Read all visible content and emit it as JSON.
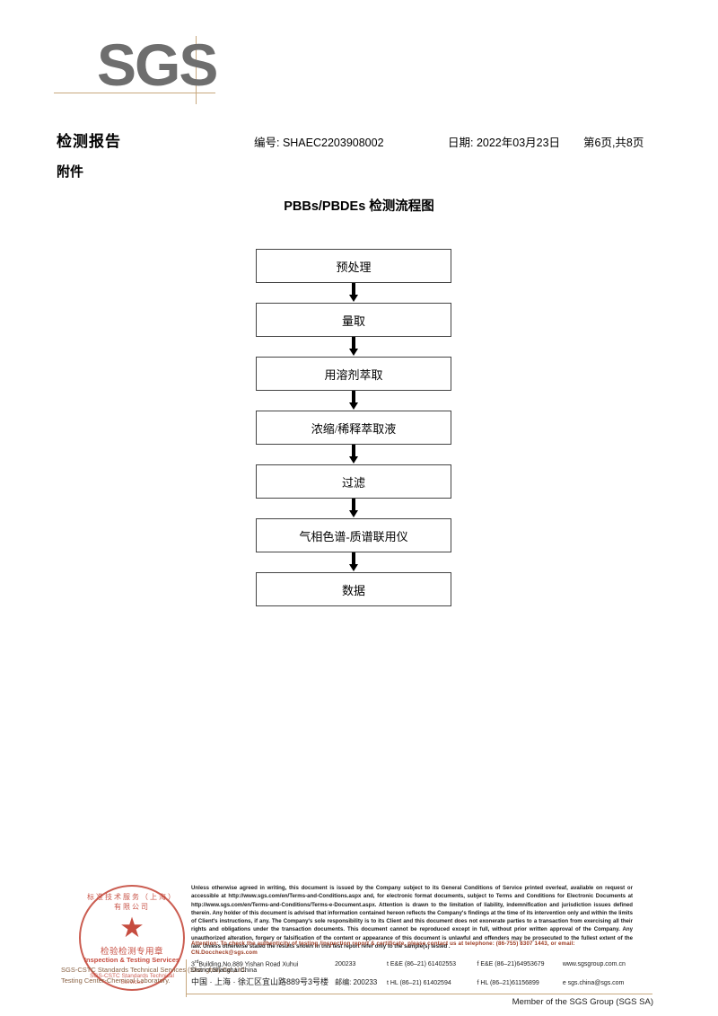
{
  "logo": {
    "text": "SGS",
    "accent_color": "#c8a87e",
    "text_color": "#6e6e6e"
  },
  "header": {
    "report_title": "检测报告",
    "attachment_label": "附件",
    "report_no": "编号: SHAEC2203908002",
    "date": "日期: 2022年03月23日",
    "page": "第6页,共8页"
  },
  "flowchart": {
    "title": "PBBs/PBDEs 检测流程图",
    "steps": [
      {
        "label": "预处理"
      },
      {
        "label": "量取"
      },
      {
        "label": "用溶剂萃取"
      },
      {
        "label": "浓缩/稀释萃取液"
      },
      {
        "label": "过滤"
      },
      {
        "label": "气相色谱-质谱联用仪"
      },
      {
        "label": "数据"
      }
    ]
  },
  "footer": {
    "stamp": {
      "arc_top_text": "标准技术服务（上海）有限公司",
      "star": "★",
      "cn_text": "检验检测专用章",
      "en_text": "Inspection & Testing Services",
      "arc_bottom_text": "SGS-CSTC Standards Technical Services",
      "color": "#c0392b"
    },
    "company_line1": "SGS-CSTC Standards Technical Services (Shanghai) Co.,Ltd.",
    "company_line2": "Testing Center-Chemical Laboratory.",
    "legal_text": "Unless otherwise agreed in writing, this document is issued by the Company subject to its General Conditions of Service printed overleaf, available on request or accessible at http://www.sgs.com/en/Terms-and-Conditions.aspx and, for electronic format documents, subject to Terms and Conditions for Electronic Documents at http://www.sgs.com/en/Terms-and-Conditions/Terms-e-Document.aspx. Attention is drawn to the limitation of liability, indemnification and jurisdiction issues defined therein. Any holder of this document is advised that information contained hereon reflects the Company's findings at the time of its intervention only and within the limits of Client's instructions, if any. The Company's sole responsibility is to its Client and this document does not exonerate parties to a transaction from exercising all their rights and obligations under the transaction documents. This document cannot be reproduced except in full, without prior written approval of the Company. Any unauthorized alteration, forgery or falsification of the content or appearance of this document is unlawful and offenders may be prosecuted to the fullest extent of the law. Unless otherwise stated the results shown in this test report refer only to the sample(s) tested .",
    "attention_text": "Attention: To check the authenticity of testing /inspection report & certificate, please contact us at telephone: (86-755) 8307 1443, or email: CN.Doccheck@sgs.com",
    "attention_color": "#9c3b22",
    "address_en": {
      "street": "Building,No.889 Yishan Road Xuhui District,Shanghai China",
      "street_prefix": "3",
      "street_sup": "rd",
      "postcode": "200233",
      "tel": "t E&E (86–21) 61402553",
      "fax": "f E&E (86–21)64953679",
      "web": "www.sgsgroup.com.cn"
    },
    "address_cn": {
      "street": "中国 · 上海 · 徐汇区宜山路889号3号楼",
      "postcode_label": "邮编: 200233",
      "tel": "t HL (86–21) 61402594",
      "fax": "f HL (86–21)61156899",
      "email": "e  sgs.china@sgs.com"
    },
    "member_line": "Member of the SGS Group (SGS SA)"
  }
}
